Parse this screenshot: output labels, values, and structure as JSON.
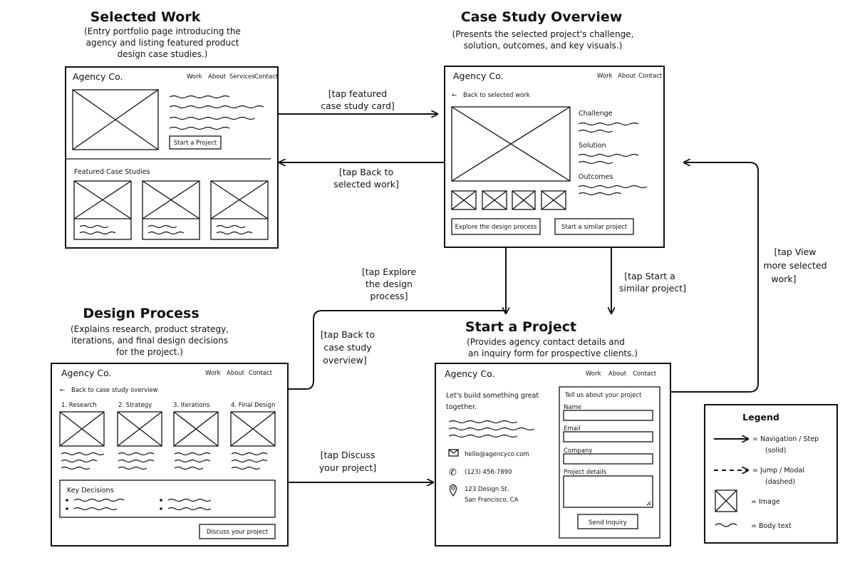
{
  "screens": {
    "selected_work": {
      "title": "Selected Work",
      "desc": [
        "(Entry portfolio page introducing the",
        "agency and listing featured product",
        "design case studies.)"
      ],
      "brand": "Agency Co.",
      "nav": [
        "Work",
        "About",
        "Services",
        "Contact"
      ],
      "cta": "Start a Project",
      "section": "Featured Case Studies"
    },
    "case_study": {
      "title": "Case Study Overview",
      "desc": [
        "(Presents the selected project's challenge,",
        "solution, outcomes, and key visuals.)"
      ],
      "brand": "Agency Co.",
      "nav": [
        "Work",
        "About",
        "Contact"
      ],
      "back": "Back to selected work",
      "sections": [
        "Challenge",
        "Solution",
        "Outcomes"
      ],
      "btn_explore": "Explore the design process",
      "btn_similar": "Start a similar project"
    },
    "design_process": {
      "title": "Design Process",
      "desc": [
        "(Explains research, product strategy,",
        "iterations, and final design decisions",
        "for the project.)"
      ],
      "brand": "Agency Co.",
      "nav": [
        "Work",
        "About",
        "Contact"
      ],
      "back": "Back to case study overview",
      "steps": [
        "1. Research",
        "2. Strategy",
        "3. Iterations",
        "4. Final Design"
      ],
      "key_decisions": "Key Decisions",
      "cta": "Discuss your project"
    },
    "start_project": {
      "title": "Start a Project",
      "desc": [
        "(Provides agency contact details and",
        "an inquiry form for prospective clients.)"
      ],
      "brand": "Agency Co.",
      "nav": [
        "Work",
        "About",
        "Contact"
      ],
      "headline": [
        "Let's build something great",
        "together."
      ],
      "email": "hello@agencyco.com",
      "phone": "(123) 456-7890",
      "address": [
        "123 Design St.",
        "San Francisco, CA"
      ],
      "form_title": "Tell us about your project",
      "fields": [
        "Name",
        "Email",
        "Company",
        "Project details"
      ],
      "submit": "Send Inquiry"
    }
  },
  "transitions": [
    {
      "id": "t1",
      "lines": [
        "[tap featured",
        "case study card]"
      ]
    },
    {
      "id": "t2",
      "lines": [
        "[tap Back to",
        "selected work]"
      ]
    },
    {
      "id": "t3",
      "lines": [
        "[tap Explore",
        "the design",
        "process]"
      ]
    },
    {
      "id": "t4",
      "lines": [
        "[tap Start a",
        "similar project]"
      ]
    },
    {
      "id": "t5",
      "lines": [
        "[tap View",
        "more selected",
        "work]"
      ]
    },
    {
      "id": "t6",
      "lines": [
        "[tap Back to",
        "case study",
        "overview]"
      ]
    },
    {
      "id": "t7",
      "lines": [
        "[tap Discuss",
        "your project]"
      ]
    }
  ],
  "legend": {
    "title": "Legend",
    "items": [
      {
        "symbol": "solid-arrow",
        "lines": [
          "= Navigation / Step",
          "(solid)"
        ]
      },
      {
        "symbol": "dashed-arrow",
        "lines": [
          "= Jump / Modal",
          "(dashed)"
        ]
      },
      {
        "symbol": "image-placeholder",
        "lines": [
          "= Image"
        ]
      },
      {
        "symbol": "wave-line",
        "lines": [
          "= Body text"
        ]
      }
    ]
  }
}
